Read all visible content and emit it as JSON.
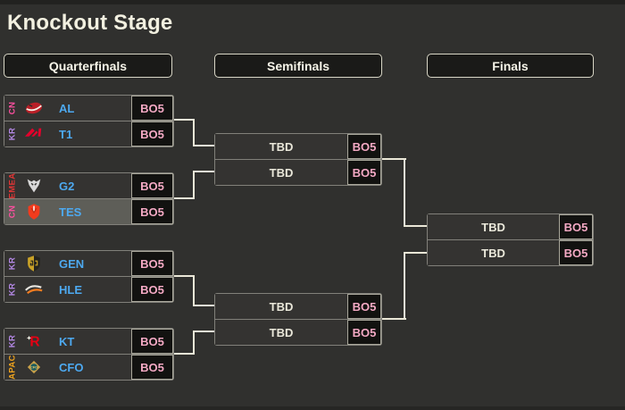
{
  "page": {
    "title": "Knockout Stage"
  },
  "columns": [
    {
      "label": "Quarterfinals"
    },
    {
      "label": "Semifinals"
    },
    {
      "label": "Finals"
    }
  ],
  "bracket": {
    "quarterfinals": [
      {
        "teams": [
          {
            "region": "CN",
            "region_color": "#ff4fa0",
            "name": "AL",
            "format": "BO5",
            "logo": "anyones-legend"
          },
          {
            "region": "KR",
            "region_color": "#b287e3",
            "name": "T1",
            "format": "BO5",
            "logo": "t1"
          }
        ]
      },
      {
        "teams": [
          {
            "region": "EMEA",
            "region_color": "#e03535",
            "name": "G2",
            "format": "BO5",
            "logo": "g2-esports"
          },
          {
            "region": "CN",
            "region_color": "#ff4fa0",
            "name": "TES",
            "format": "BO5",
            "logo": "top-esports",
            "highlighted": true
          }
        ]
      },
      {
        "teams": [
          {
            "region": "KR",
            "region_color": "#b287e3",
            "name": "GEN",
            "format": "BO5",
            "logo": "geng"
          },
          {
            "region": "KR",
            "region_color": "#b287e3",
            "name": "HLE",
            "format": "BO5",
            "logo": "hanwha-life-esports"
          }
        ]
      },
      {
        "teams": [
          {
            "region": "KR",
            "region_color": "#b287e3",
            "name": "KT",
            "format": "BO5",
            "logo": "kt-rolster"
          },
          {
            "region": "APAC",
            "region_color": "#eba11f",
            "name": "CFO",
            "format": "BO5",
            "logo": "ctbc-flying-oyster"
          }
        ]
      }
    ],
    "semifinals": [
      {
        "teams": [
          {
            "name": "TBD",
            "format": "BO5"
          },
          {
            "name": "TBD",
            "format": "BO5"
          }
        ]
      },
      {
        "teams": [
          {
            "name": "TBD",
            "format": "BO5"
          },
          {
            "name": "TBD",
            "format": "BO5"
          }
        ]
      }
    ],
    "finals": [
      {
        "teams": [
          {
            "name": "TBD",
            "format": "BO5"
          },
          {
            "name": "TBD",
            "format": "BO5"
          }
        ]
      }
    ]
  },
  "colors": {
    "background": "#30302e",
    "row_panel": "#343331",
    "header_bg": "#1a1a18",
    "team_name_blue": "#4da9f0",
    "bo5_pink": "#f4a9c4",
    "tbd_text": "#eae8da",
    "connector_line": "#eae7d7",
    "highlight_row": "#5e5e58",
    "region_cn": "#ff4fa0",
    "region_kr": "#b287e3",
    "region_emea": "#e03535",
    "region_apac": "#eba11f"
  }
}
